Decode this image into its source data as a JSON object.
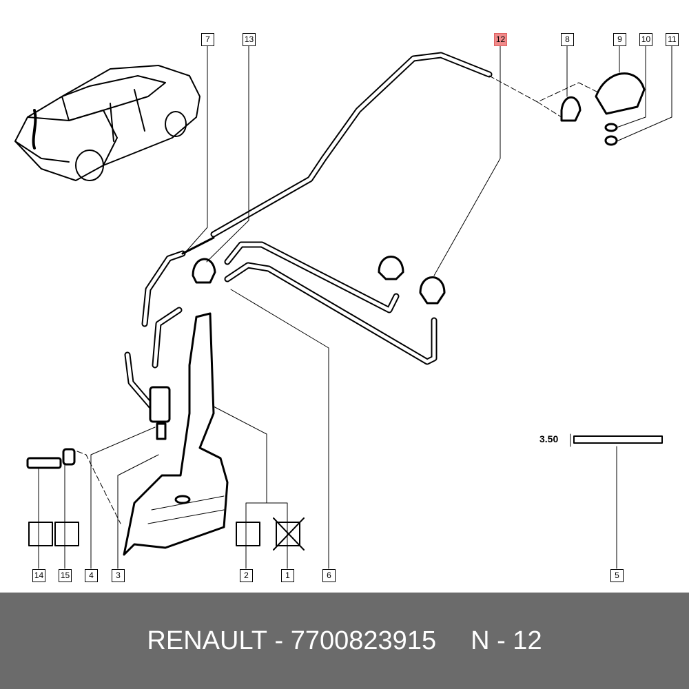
{
  "diagram": {
    "callouts": {
      "c1": "1",
      "c2": "2",
      "c3": "3",
      "c4": "4",
      "c5": "5",
      "c6": "6",
      "c7": "7",
      "c8": "8",
      "c9": "9",
      "c10": "10",
      "c11": "11",
      "c12": "12",
      "c13": "13",
      "c14": "14",
      "c15": "15"
    },
    "highlighted_callout": "12",
    "highlight_color": "#f08a8a",
    "dimension_label": "3.50"
  },
  "footer": {
    "brand": "RENAULT",
    "separator": " - ",
    "part_number": "7700823915",
    "ref": "N - 12",
    "background": "#6b6b6b"
  }
}
